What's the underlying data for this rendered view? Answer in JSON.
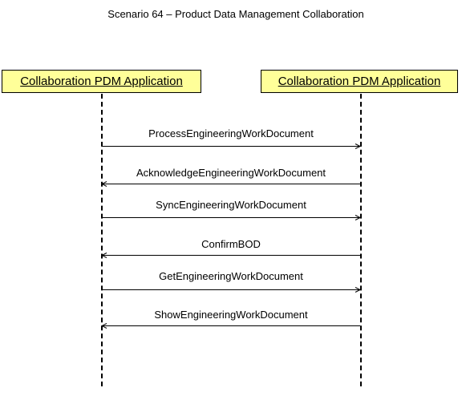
{
  "title": "Scenario 64 – Product Data Management Collaboration",
  "actors": [
    {
      "name": "Collaboration PDM Application"
    },
    {
      "name": "Collaboration PDM Application"
    }
  ],
  "messages": [
    {
      "label": "ProcessEngineeringWorkDocument",
      "direction": "left-to-right"
    },
    {
      "label": "AcknowledgeEngineeringWorkDocument",
      "direction": "right-to-left"
    },
    {
      "label": "SyncEngineeringWorkDocument",
      "direction": "left-to-right"
    },
    {
      "label": "ConfirmBOD",
      "direction": "right-to-left"
    },
    {
      "label": "GetEngineeringWorkDocument",
      "direction": "left-to-right"
    },
    {
      "label": "ShowEngineeringWorkDocument",
      "direction": "right-to-left"
    }
  ]
}
